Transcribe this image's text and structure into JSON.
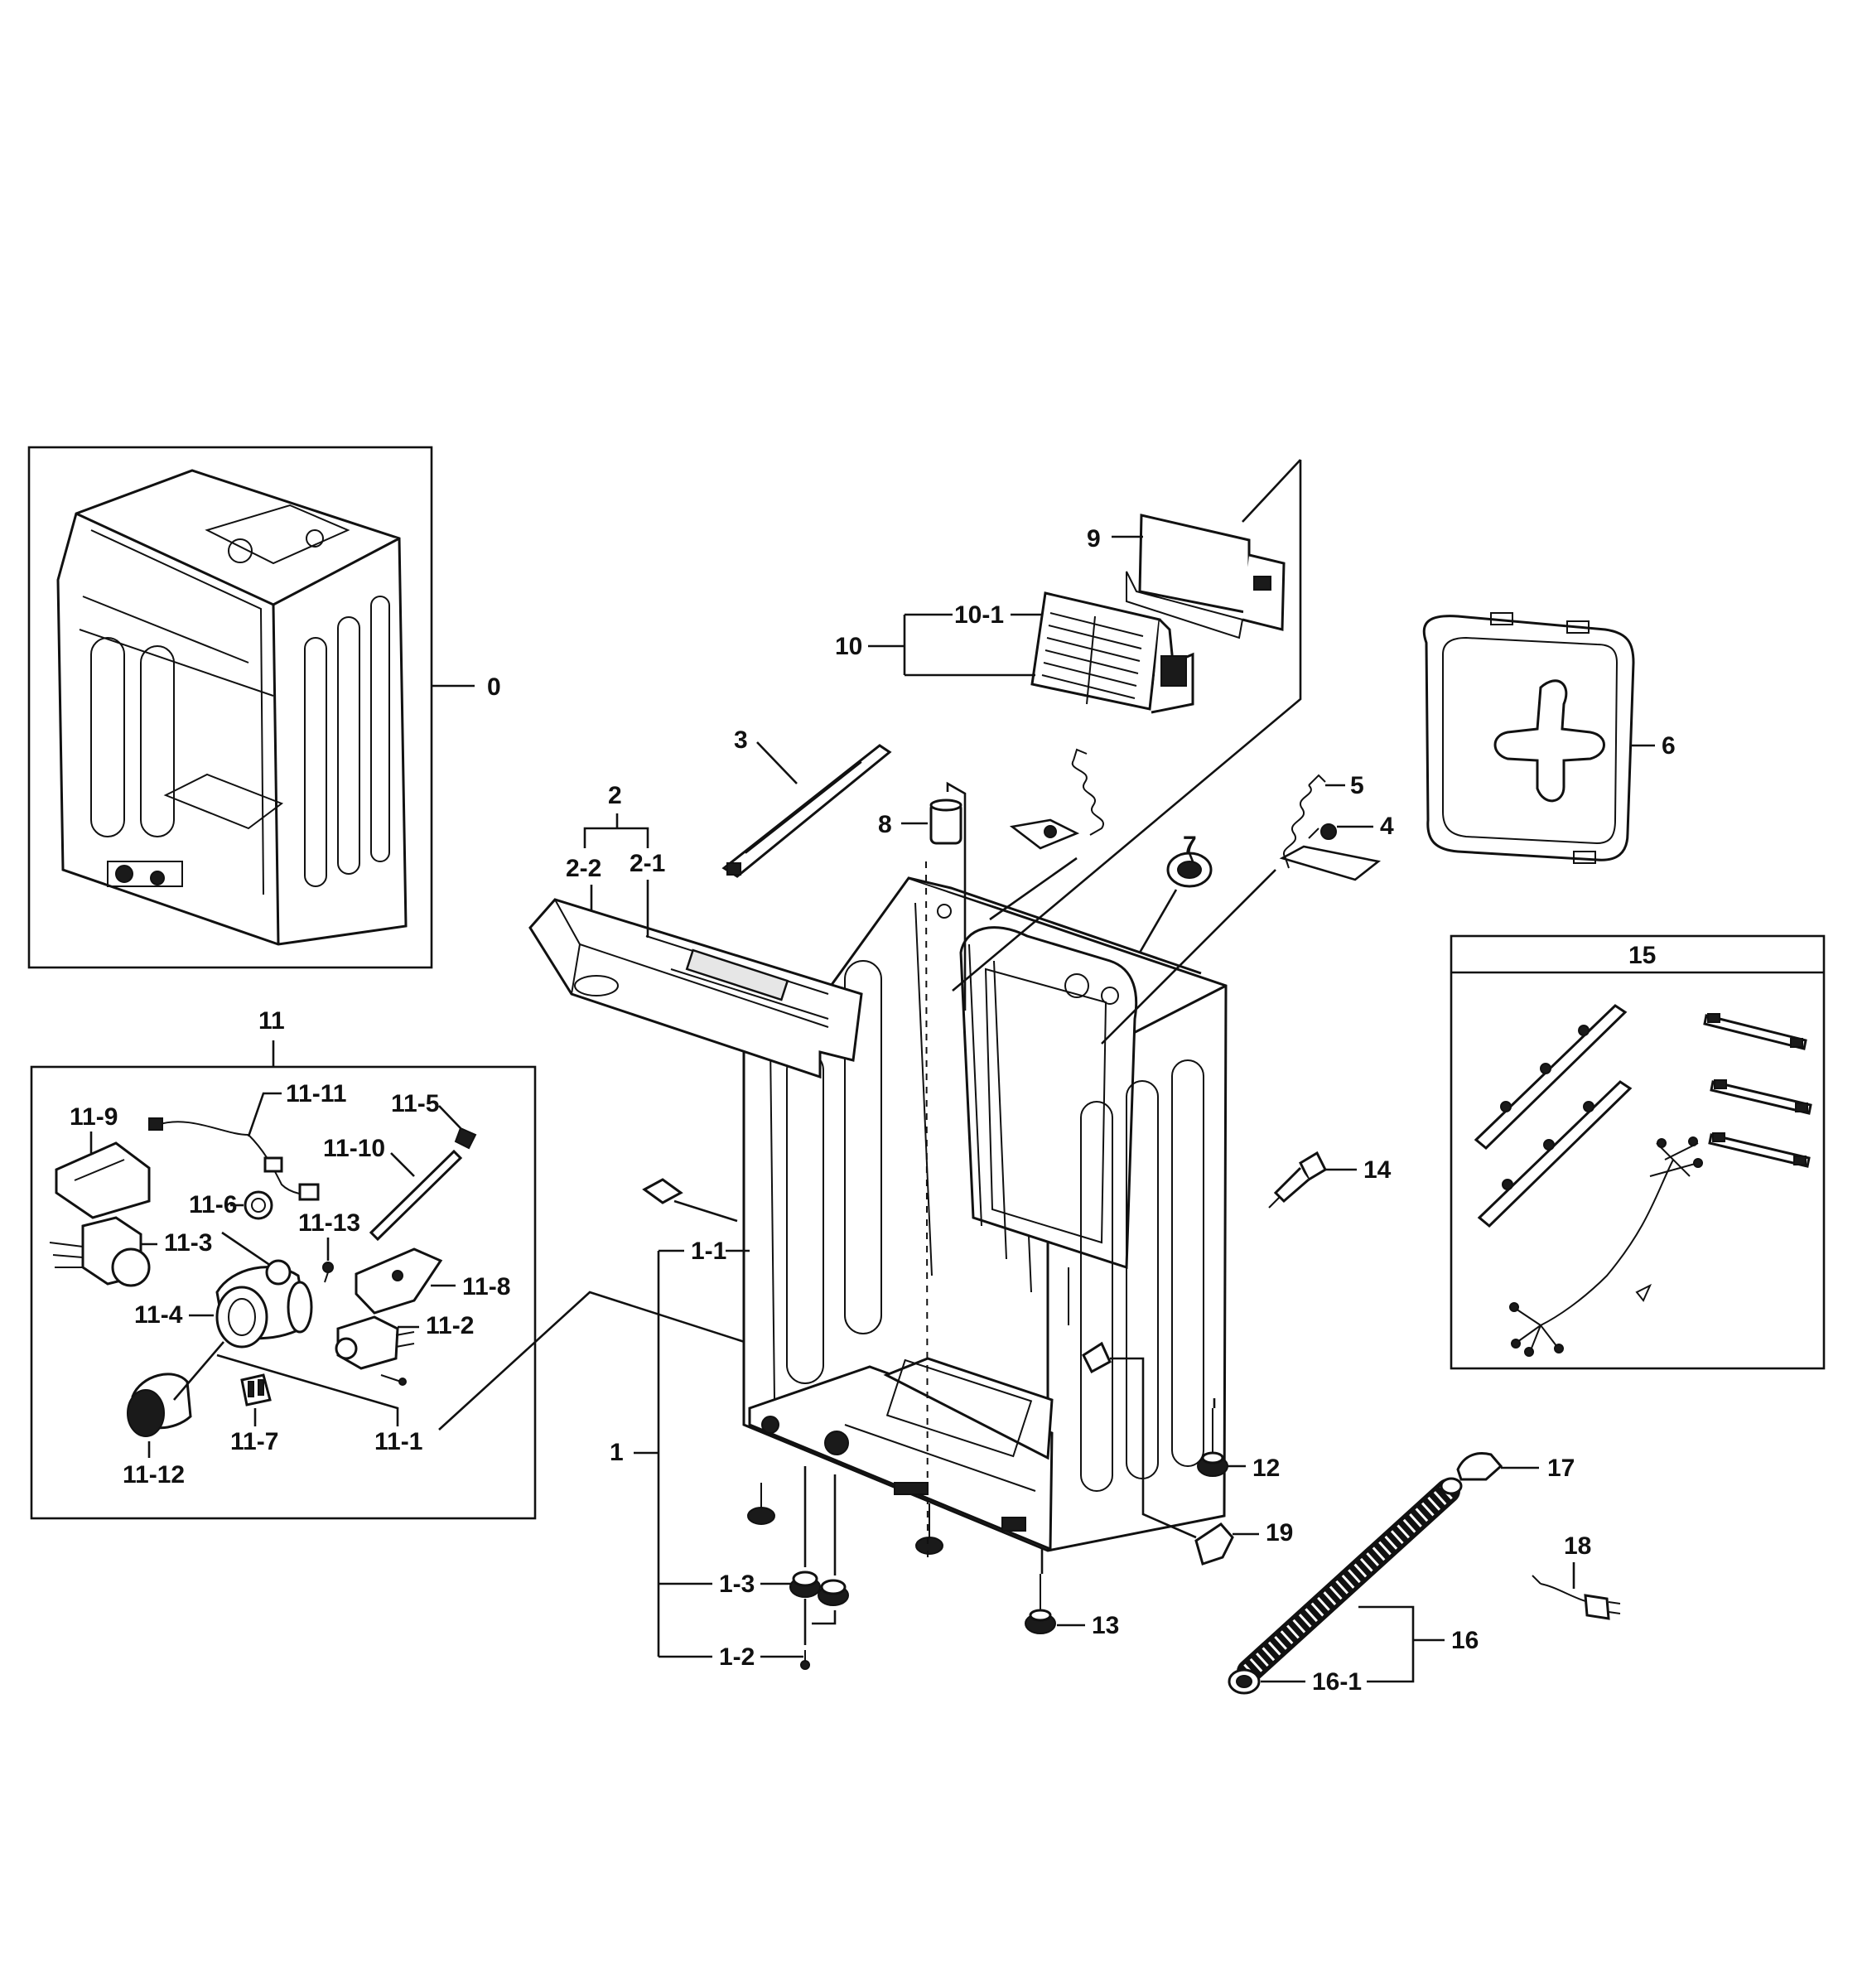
{
  "colors": {
    "ink": "#111111",
    "background": "#ffffff"
  },
  "labels": {
    "l0": "0",
    "l1": "1",
    "l1_1": "1-1",
    "l1_2": "1-2",
    "l1_3": "1-3",
    "l2": "2",
    "l2_1": "2-1",
    "l2_2": "2-2",
    "l3": "3",
    "l4": "4",
    "l5": "5",
    "l6": "6",
    "l7": "7",
    "l8": "8",
    "l9": "9",
    "l10": "10",
    "l10_1": "10-1",
    "l11": "11",
    "l11_1": "11-1",
    "l11_2": "11-2",
    "l11_3": "11-3",
    "l11_4": "11-4",
    "l11_5": "11-5",
    "l11_6": "11-6",
    "l11_7": "11-7",
    "l11_8": "11-8",
    "l11_9": "11-9",
    "l11_10": "11-10",
    "l11_11": "11-11",
    "l11_12": "11-12",
    "l11_13": "11-13",
    "l12": "12",
    "l13": "13",
    "l14": "14",
    "l15": "15",
    "l16": "16",
    "l16_1": "16-1",
    "l17": "17",
    "l18": "18",
    "l19": "19"
  }
}
